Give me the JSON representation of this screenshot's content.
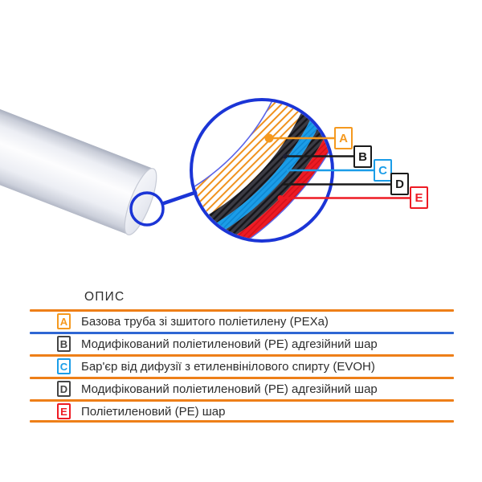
{
  "legend": {
    "title": "ОПИС"
  },
  "layers": [
    {
      "letter": "A",
      "color": "#F5991F",
      "description": "Базова труба зі зшитого поліетилену (PEXa)"
    },
    {
      "letter": "B",
      "color": "#1A1A1A",
      "description": "Модифікований поліетиленовий (PE) адгезійний шар"
    },
    {
      "letter": "C",
      "color": "#1B9DE8",
      "description": "Бар'єр від дифузії з етиленвінілового спирту (EVOH)"
    },
    {
      "letter": "D",
      "color": "#1A1A1A",
      "description": "Модифікований поліетиленовий (PE) адгезійний шар"
    },
    {
      "letter": "E",
      "color": "#EE1B24",
      "description": "Поліетиленовий (PE) шар"
    }
  ],
  "colors": {
    "magnifier_blue": "#1B35D6",
    "bore_wall_blue": "#5B64E8",
    "hatch_orange": "#F0921E",
    "band_dark": "#35353D",
    "band_cyan": "#1B9DE8",
    "band_red": "#EE1B24",
    "separator_orange": "#EE7F18",
    "separator_blue": "#2E66D3",
    "pipe_gray": "#C9CDD8"
  }
}
